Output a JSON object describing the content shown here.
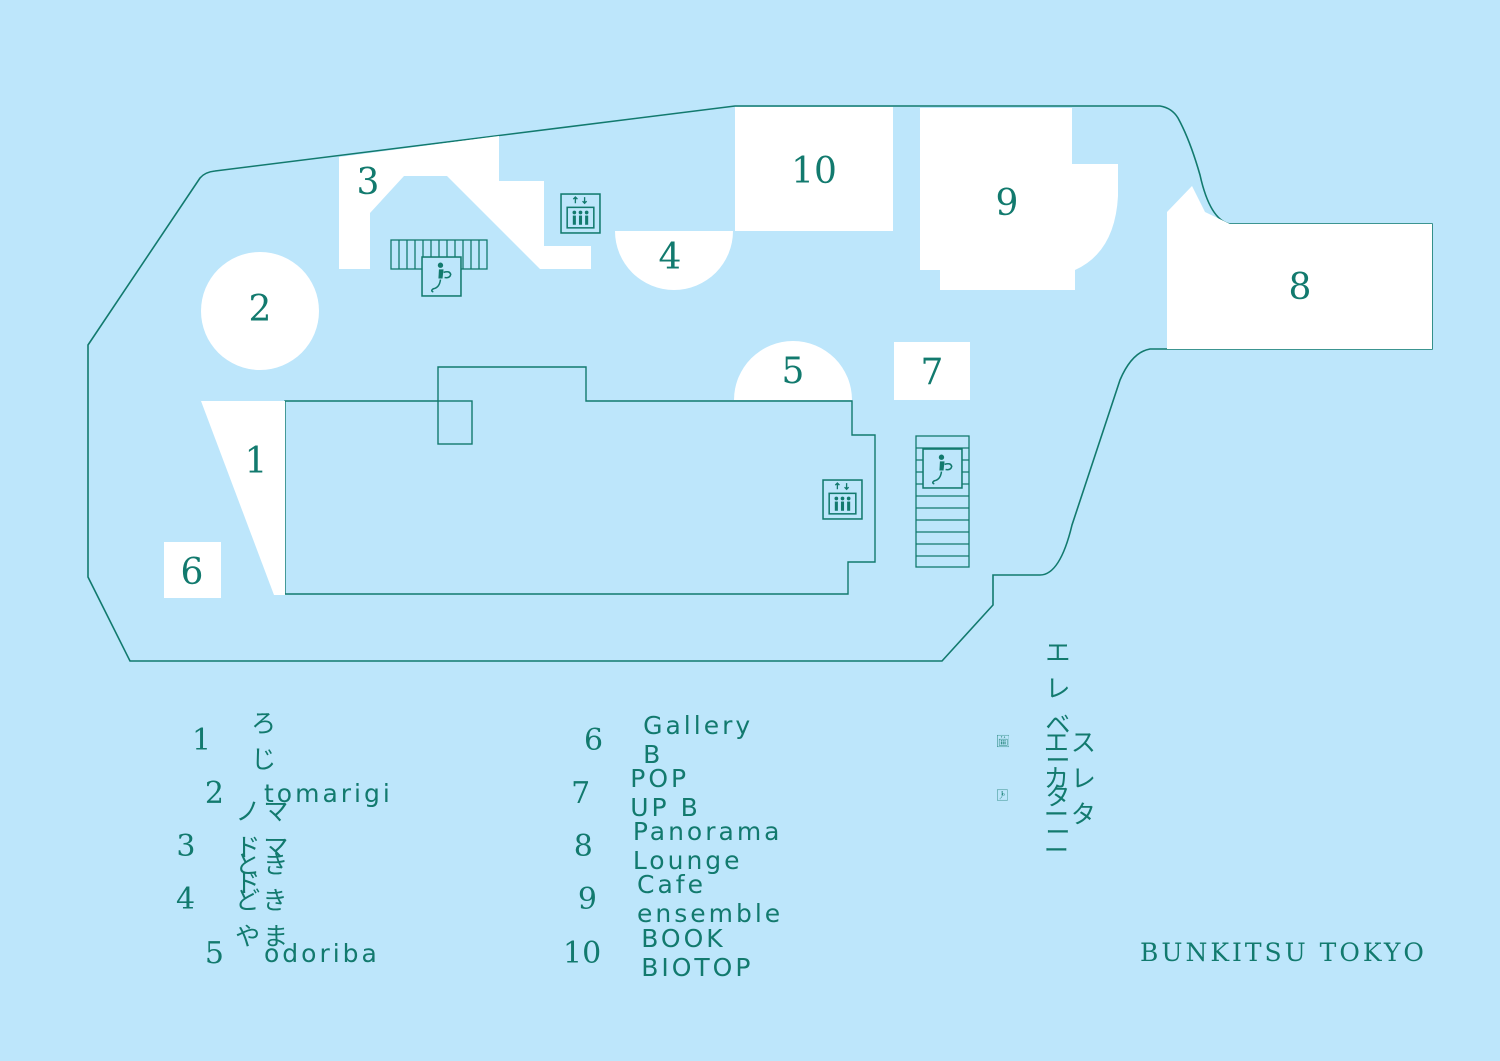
{
  "map": {
    "area_labels": [
      "1",
      "2",
      "3",
      "4",
      "5",
      "6",
      "7",
      "8",
      "9",
      "10"
    ]
  },
  "legend": {
    "items": [
      {
        "number": "1",
        "label": "ろじ"
      },
      {
        "number": "2",
        "label": "tomarigi"
      },
      {
        "number": "3",
        "label": "ノマドマド"
      },
      {
        "number": "4",
        "label": "ときどきやま"
      },
      {
        "number": "5",
        "label": "odoriba"
      },
      {
        "number": "6",
        "label": "Gallery B"
      },
      {
        "number": "7",
        "label": "POP UP B"
      },
      {
        "number": "8",
        "label": "Panorama Lounge"
      },
      {
        "number": "9",
        "label": "Cafe ensemble"
      },
      {
        "number": "10",
        "label": "BOOK BIOTOP"
      }
    ],
    "icons": [
      {
        "icon": "elevator-icon",
        "label": "エレベーター"
      },
      {
        "icon": "escalator-icon",
        "label": "エスカレーター"
      }
    ]
  },
  "brand": "BUNKITSU TOKYO",
  "colors": {
    "background": "#bde6fb",
    "ink": "#127a6e",
    "area": "#ffffff"
  }
}
